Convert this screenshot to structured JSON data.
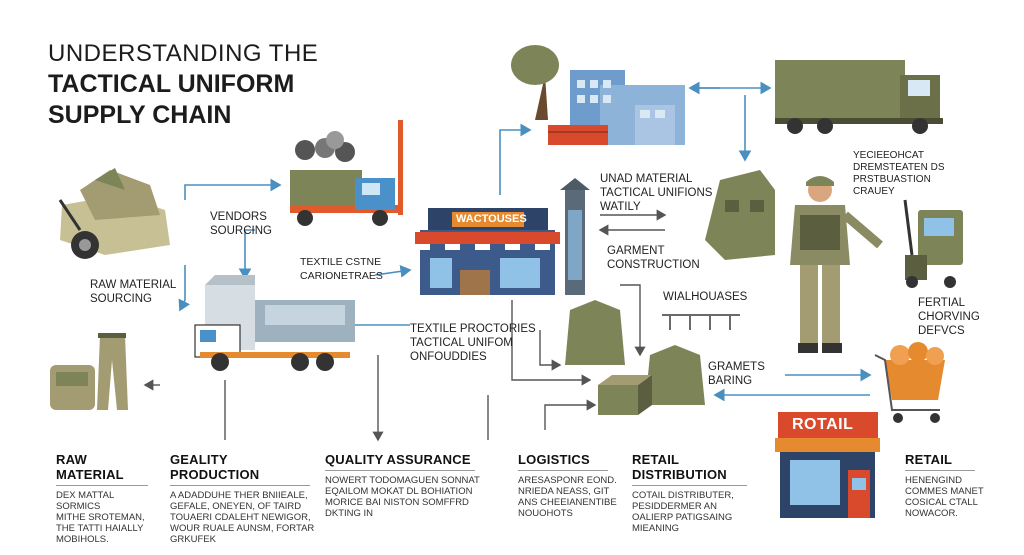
{
  "title": {
    "line1": "UNDERSTANDING THE",
    "line2": "TACTICAL UNIFORM",
    "line3": "SUPPLY CHAIN"
  },
  "nodes": {
    "vendors": [
      "VENDORS",
      "SOURCING"
    ],
    "raw_material_sourcing": [
      "RAW MATERIAL",
      "SOURCING"
    ],
    "textile_card": [
      "TEXTILE CSTNE",
      "CARIONETRAES"
    ],
    "warehouse_sign": "WACTOUSES",
    "unad_material": [
      "UNAD MATERIAL",
      "TACTICAL UNIFIONS",
      "WATILY"
    ],
    "garment_construction": [
      "GARMENT",
      "CONSTRUCTION"
    ],
    "textile_factories": [
      "TEXTILE PROCTORIES",
      "TACTICAL UNIFOM",
      "ONFOUDDIES"
    ],
    "walhouases": "WIALHOUASES",
    "gramets_baring": [
      "GRAMETS",
      "BARING"
    ],
    "soldier_note": [
      "YECIEEOHCAT",
      "DREMSTEATEN DS",
      "PRSTBUASTION",
      "CRAUEY"
    ],
    "federal": [
      "FERTIAL",
      "CHORVING",
      "DEFVCS"
    ],
    "retail_sign": "ROTAIL"
  },
  "columns": [
    {
      "heading": "RAW MATERIAL",
      "lines": [
        "DEX MATTAL SORMICS",
        "MITHE SROTEMAN,",
        "THE TATTI HAIALLY",
        "MOBIHOLS."
      ]
    },
    {
      "heading": "GEALITY PRODUCTION",
      "lines": [
        "A ADADDUHE THER BNIIEALE,",
        "GEFALE, ONEYEN, OF TAIRD",
        "TOUAERI CDALEHT NEWIGOR,",
        "WOUR RUALE AUNSM, FORTAR",
        "GRKUFEK"
      ]
    },
    {
      "heading": "QUALITY ASSURANCE",
      "lines": [
        "NOWERT TODOMAGUEN SONNAT",
        "EQAILOM MOKAT DL BOHIATION",
        "MORICE BAI NISTON SOMFFRD",
        "DKTING IN"
      ]
    },
    {
      "heading": "LOGISTICS",
      "lines": [
        "ARESASPONR EOND.",
        "NRIEDA NEASS, GIT",
        "ANS CHEEIANENTIBE",
        "NOUOHOTS"
      ]
    },
    {
      "heading": "RETAIL DISTRIBUTION",
      "lines": [
        "COTAIL DISTRIBUTER,",
        "PESIDDERMER AN",
        "OALIERP PATIGSAING",
        "MIEANING"
      ]
    },
    {
      "heading": "RETAIL",
      "lines": [
        "HENENGIND",
        "COMMES MANET",
        "COSICAL CTALL",
        "NOWACOR."
      ]
    }
  ],
  "colors": {
    "olive": "#7d8458",
    "camo": "#a39c73",
    "truck_blue": "#4a90c9",
    "arrow_blue": "#4a8fc0",
    "retail_red": "#d9492b",
    "orange": "#e58a2e"
  }
}
